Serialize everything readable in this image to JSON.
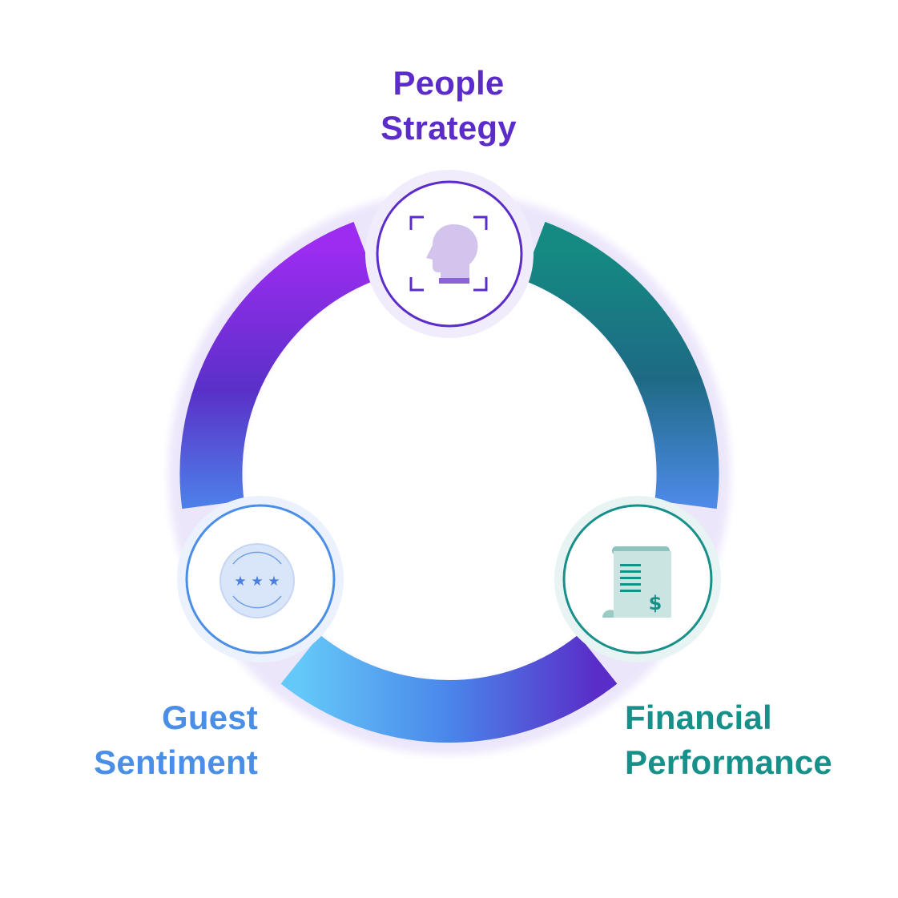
{
  "nodes": {
    "people": {
      "line1": "People",
      "line2": "Strategy",
      "icon": "head-scan-icon",
      "color": "#5b2cc9"
    },
    "guest": {
      "line1": "Guest",
      "line2": "Sentiment",
      "icon": "star-rating-icon",
      "color": "#4a8ee6"
    },
    "financial": {
      "line1": "Financial",
      "line2": "Performance",
      "icon": "invoice-dollar-icon",
      "color": "#18908a"
    }
  },
  "colors": {
    "purple": "#9b2cf0",
    "indigo": "#5a30c8",
    "blue": "#4d7fe8",
    "teal": "#148a82",
    "sky": "#64c8f8"
  }
}
